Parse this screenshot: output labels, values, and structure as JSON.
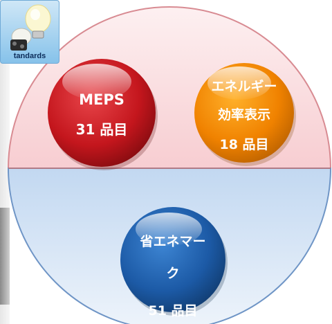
{
  "thumbnail": {
    "label": "tandards",
    "icon": "lightbulb-icon"
  },
  "colors": {
    "upper_half": "#f8d2d5",
    "lower_half": "#c7ddf3",
    "meps": "#c41e24",
    "energy_label": "#f08a00",
    "eco_mark": "#1f5fa8"
  },
  "bubbles": {
    "meps": {
      "line1": "MEPS",
      "line2": "31 品目"
    },
    "energy_label": {
      "line1": "エネルギー",
      "line2": "効率表示",
      "line3": "18 品目"
    },
    "eco_mark": {
      "line1": "省エネマー",
      "line2": "ク",
      "line3": "51 品目"
    }
  }
}
